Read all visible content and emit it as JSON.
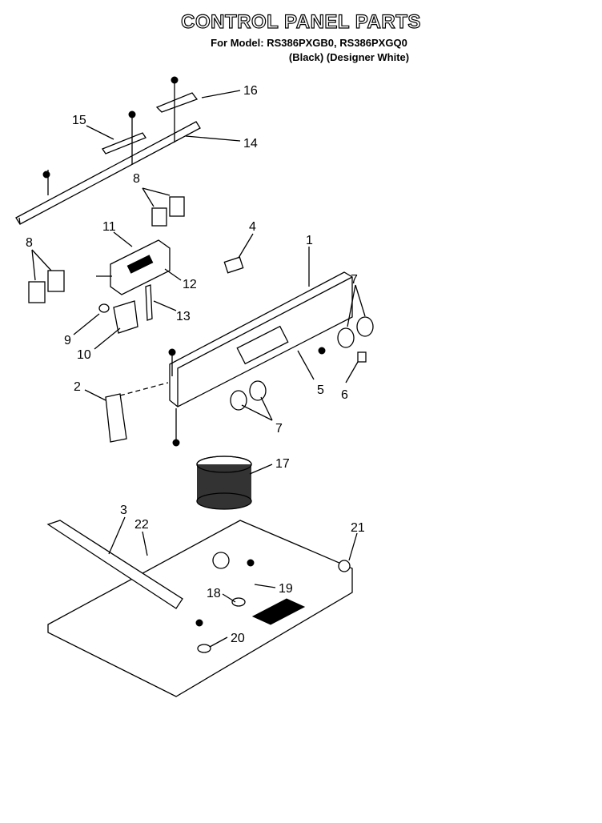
{
  "header": {
    "title": "CONTROL PANEL PARTS",
    "model_line": "For Model: RS386PXGB0, RS386PXGQ0",
    "color_line": "(Black) (Designer White)"
  },
  "callouts": [
    "1",
    "2",
    "3",
    "4",
    "5",
    "6",
    "7",
    "7",
    "8",
    "8",
    "9",
    "10",
    "11",
    "12",
    "13",
    "14",
    "15",
    "16",
    "17",
    "18",
    "19",
    "20",
    "21",
    "22"
  ]
}
